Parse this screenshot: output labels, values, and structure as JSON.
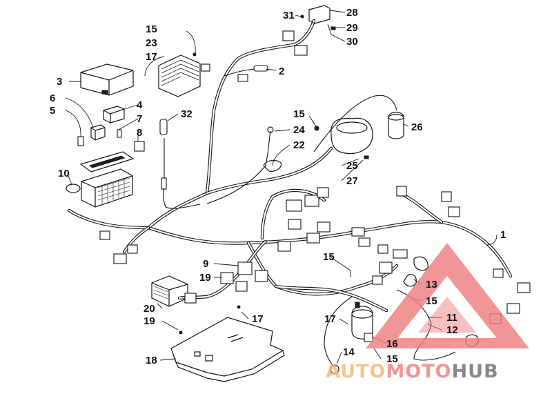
{
  "diagram": {
    "callouts": [
      {
        "id": "c1",
        "text": "1"
      },
      {
        "id": "c2",
        "text": "2"
      },
      {
        "id": "c3",
        "text": "3"
      },
      {
        "id": "c4",
        "text": "4"
      },
      {
        "id": "c5",
        "text": "5"
      },
      {
        "id": "c6",
        "text": "6"
      },
      {
        "id": "c7",
        "text": "7"
      },
      {
        "id": "c8",
        "text": "8"
      },
      {
        "id": "c9",
        "text": "9"
      },
      {
        "id": "c10",
        "text": "10"
      },
      {
        "id": "c11",
        "text": "11"
      },
      {
        "id": "c12",
        "text": "12"
      },
      {
        "id": "c13",
        "text": "13"
      },
      {
        "id": "c14",
        "text": "14"
      },
      {
        "id": "c15a",
        "text": "15"
      },
      {
        "id": "c15b",
        "text": "15"
      },
      {
        "id": "c15c",
        "text": "15"
      },
      {
        "id": "c15d",
        "text": "15"
      },
      {
        "id": "c15e",
        "text": "15"
      },
      {
        "id": "c16",
        "text": "16"
      },
      {
        "id": "c17a",
        "text": "17"
      },
      {
        "id": "c17b",
        "text": "17"
      },
      {
        "id": "c17c",
        "text": "17"
      },
      {
        "id": "c18",
        "text": "18"
      },
      {
        "id": "c19a",
        "text": "19"
      },
      {
        "id": "c19b",
        "text": "19"
      },
      {
        "id": "c20",
        "text": "20"
      },
      {
        "id": "c22",
        "text": "22"
      },
      {
        "id": "c23",
        "text": "23"
      },
      {
        "id": "c24",
        "text": "24"
      },
      {
        "id": "c25",
        "text": "25"
      },
      {
        "id": "c26",
        "text": "26"
      },
      {
        "id": "c27",
        "text": "27"
      },
      {
        "id": "c28",
        "text": "28"
      },
      {
        "id": "c29",
        "text": "29"
      },
      {
        "id": "c30",
        "text": "30"
      },
      {
        "id": "c31",
        "text": "31"
      },
      {
        "id": "c32",
        "text": "32"
      }
    ]
  },
  "watermark": {
    "part1": "AUTO",
    "part2": "MOTO",
    "part3": "HUB",
    "colors": {
      "auto": "#f2b878",
      "moto": "#ef7d7d",
      "hub": "#6f6f6f",
      "triangle": "#ee8080"
    }
  }
}
